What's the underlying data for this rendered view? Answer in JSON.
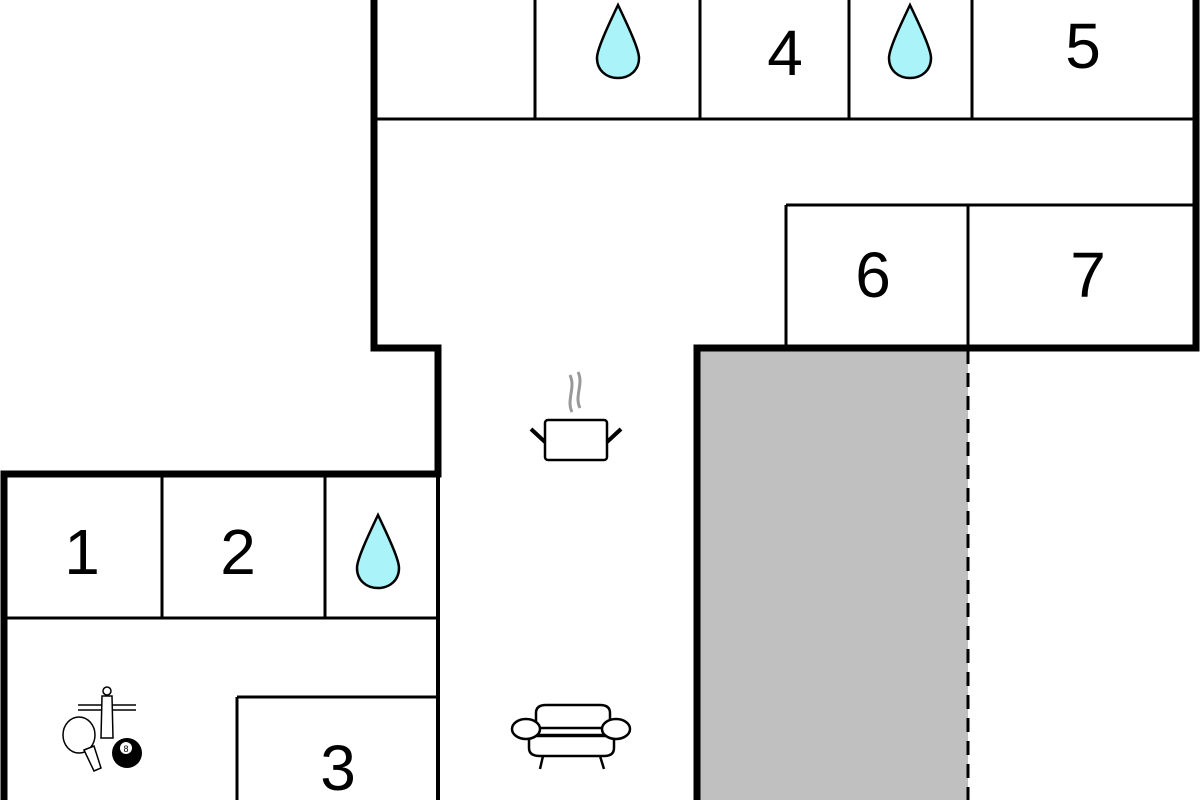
{
  "floorplan": {
    "rooms": [
      {
        "id": "room-1",
        "label": "1"
      },
      {
        "id": "room-2",
        "label": "2"
      },
      {
        "id": "room-3",
        "label": "3"
      },
      {
        "id": "room-4",
        "label": "4"
      },
      {
        "id": "room-5",
        "label": "5"
      },
      {
        "id": "room-6",
        "label": "6"
      },
      {
        "id": "room-7",
        "label": "7"
      }
    ],
    "icons": [
      "water-drop-icon",
      "cooking-pot-icon",
      "armchair-icon",
      "games-icon"
    ],
    "colors": {
      "water": "#aaf3f8",
      "shaded_area": "#c0c0c0",
      "walls": "#000000"
    }
  }
}
